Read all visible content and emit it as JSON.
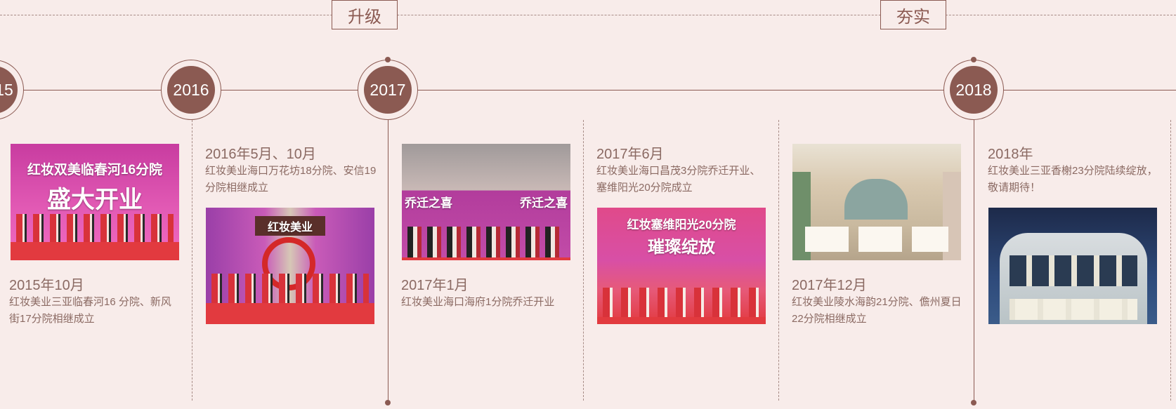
{
  "sections": {
    "upgrade": "升级",
    "solid": "夯实"
  },
  "years": {
    "y2015_partial": "15",
    "y2016": "2016",
    "y2017": "2017",
    "y2018": "2018"
  },
  "milestones": [
    {
      "date": "2015年10月",
      "desc": "红妆美业三亚临春河16 分院、新风街17分院相继成立",
      "photo_caption_1": "红妆双美临春河16分院",
      "photo_caption_2": "盛大开业"
    },
    {
      "date": "2016年5月、10月",
      "desc": "红妆美业海口万花坊18分院、安信19分院相继成立",
      "photo_caption_1": "红妆美业"
    },
    {
      "date": "2017年1月",
      "desc": "红妆美业海口海府1分院乔迁开业",
      "photo_caption_1": "乔迁之喜",
      "photo_caption_2": "乔迁之喜"
    },
    {
      "date": "2017年6月",
      "desc": "红妆美业海口昌茂3分院乔迁开业、塞维阳光20分院成立",
      "photo_caption_1": "红妆塞维阳光20分院",
      "photo_caption_2": "璀璨绽放"
    },
    {
      "date": "2017年12月",
      "desc": "红妆美业陵水海韵21分院、儋州夏日22分院相继成立"
    },
    {
      "date": "2018年",
      "desc": "红妆美业三亚香榭23分院陆续绽放，敬请期待！"
    }
  ],
  "colors": {
    "background": "#f8ecea",
    "accent": "#8b5a52",
    "text": "#8b6a63",
    "carpet_red": "#e23a3f"
  }
}
